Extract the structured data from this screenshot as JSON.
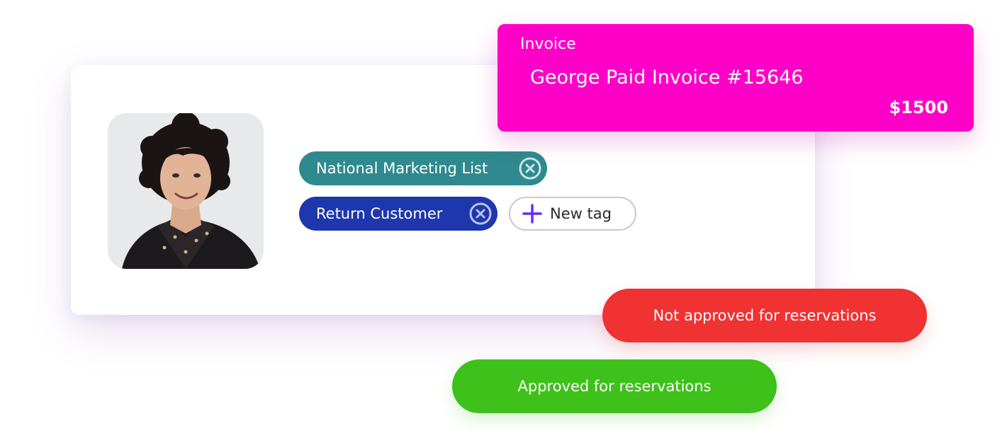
{
  "invoice": {
    "label": "Invoice",
    "title": "George Paid Invoice #15646",
    "amount": "$1500",
    "color": "#ff00c8"
  },
  "contact": {
    "avatar_icon": "woman-portrait-photo",
    "tags": [
      {
        "label": "National Marketing List",
        "color": "#2e8a8e",
        "remove_icon": "close-circle-icon"
      },
      {
        "label": "Return Customer",
        "color": "#1e37ad",
        "remove_icon": "close-circle-icon"
      }
    ],
    "new_tag": {
      "label": "New tag",
      "icon": "plus-icon",
      "icon_color": "#6a2bf0"
    }
  },
  "statuses": {
    "not_approved": {
      "label": "Not approved for reservations",
      "color": "#f03232"
    },
    "approved": {
      "label": "Approved for reservations",
      "color": "#3ec11a"
    }
  }
}
